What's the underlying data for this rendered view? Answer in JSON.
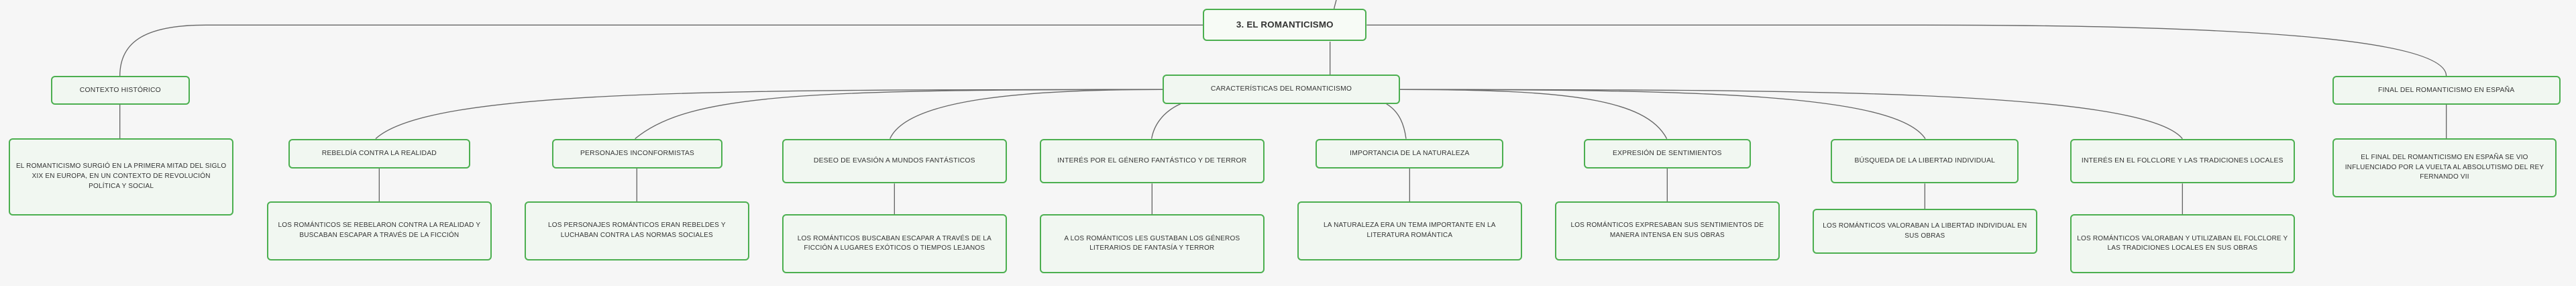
{
  "root": "3. EL ROMANTICISMO",
  "contexto": {
    "title": "CONTEXTO HISTÓRICO",
    "text": "EL ROMANTICISMO SURGIÓ EN LA PRIMERA MITAD DEL SIGLO XIX EN EUROPA, EN UN CONTEXTO DE REVOLUCIÓN POLÍTICA Y SOCIAL"
  },
  "caracteristicas": {
    "title": "CARACTERÍSTICAS DEL ROMANTICISMO",
    "items": [
      {
        "title": "REBELDÍA CONTRA LA REALIDAD",
        "text": "LOS ROMÁNTICOS SE REBELARON CONTRA LA REALIDAD Y BUSCABAN ESCAPAR A TRAVÉS DE LA FICCIÓN"
      },
      {
        "title": "PERSONAJES INCONFORMISTAS",
        "text": "LOS PERSONAJES ROMÁNTICOS ERAN REBELDES Y LUCHABAN CONTRA LAS NORMAS SOCIALES"
      },
      {
        "title": "DESEO DE EVASIÓN A MUNDOS FANTÁSTICOS",
        "text": "LOS ROMÁNTICOS BUSCABAN ESCAPAR A TRAVÉS DE LA FICCIÓN A LUGARES EXÓTICOS O TIEMPOS LEJANOS"
      },
      {
        "title": "INTERÉS POR EL GÉNERO FANTÁSTICO Y DE TERROR",
        "text": "A LOS ROMÁNTICOS LES GUSTABAN LOS GÉNEROS LITERARIOS DE FANTASÍA Y TERROR"
      },
      {
        "title": "IMPORTANCIA DE LA NATURALEZA",
        "text": "LA NATURALEZA ERA UN TEMA IMPORTANTE EN LA LITERATURA ROMÁNTICA"
      },
      {
        "title": "EXPRESIÓN DE SENTIMIENTOS",
        "text": "LOS ROMÁNTICOS EXPRESABAN SUS SENTIMIENTOS DE MANERA INTENSA EN SUS OBRAS"
      },
      {
        "title": "BÚSQUEDA DE LA LIBERTAD INDIVIDUAL",
        "text": "LOS ROMÁNTICOS VALORABAN LA LIBERTAD INDIVIDUAL EN SUS OBRAS"
      },
      {
        "title": "INTERÉS EN EL FOLCLORE Y LAS TRADICIONES LOCALES",
        "text": "LOS ROMÁNTICOS VALORABAN Y UTILIZABAN EL FOLCLORE Y LAS TRADICIONES LOCALES EN SUS OBRAS"
      }
    ]
  },
  "final": {
    "title": "FINAL DEL ROMANTICISMO EN ESPAÑA",
    "text": "EL FINAL DEL ROMANTICISMO EN ESPAÑA SE VIO INFLUENCIADO POR LA VUELTA AL ABSOLUTISMO DEL REY FERNANDO VII"
  }
}
